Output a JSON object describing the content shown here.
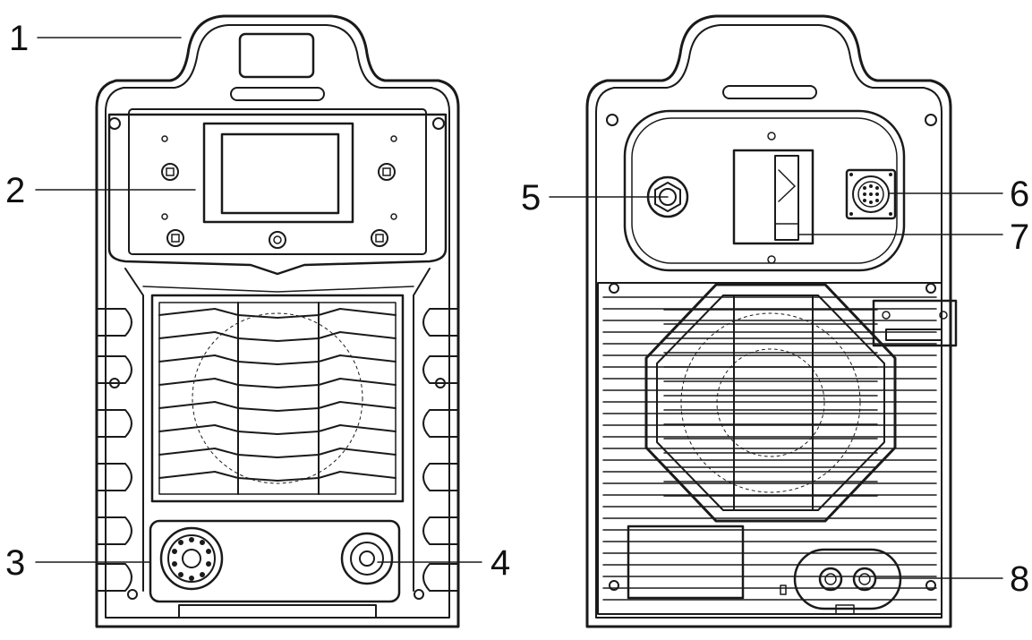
{
  "figure": {
    "views": [
      {
        "name": "front-view"
      },
      {
        "name": "rear-view"
      }
    ],
    "callouts": [
      {
        "id": "1",
        "label": "1"
      },
      {
        "id": "2",
        "label": "2"
      },
      {
        "id": "3",
        "label": "3"
      },
      {
        "id": "4",
        "label": "4"
      },
      {
        "id": "5",
        "label": "5"
      },
      {
        "id": "6",
        "label": "6"
      },
      {
        "id": "7",
        "label": "7"
      },
      {
        "id": "8",
        "label": "8"
      }
    ]
  },
  "colors": {
    "line": "#1a1a1a",
    "background": "#ffffff",
    "screen": "#ffffff"
  }
}
